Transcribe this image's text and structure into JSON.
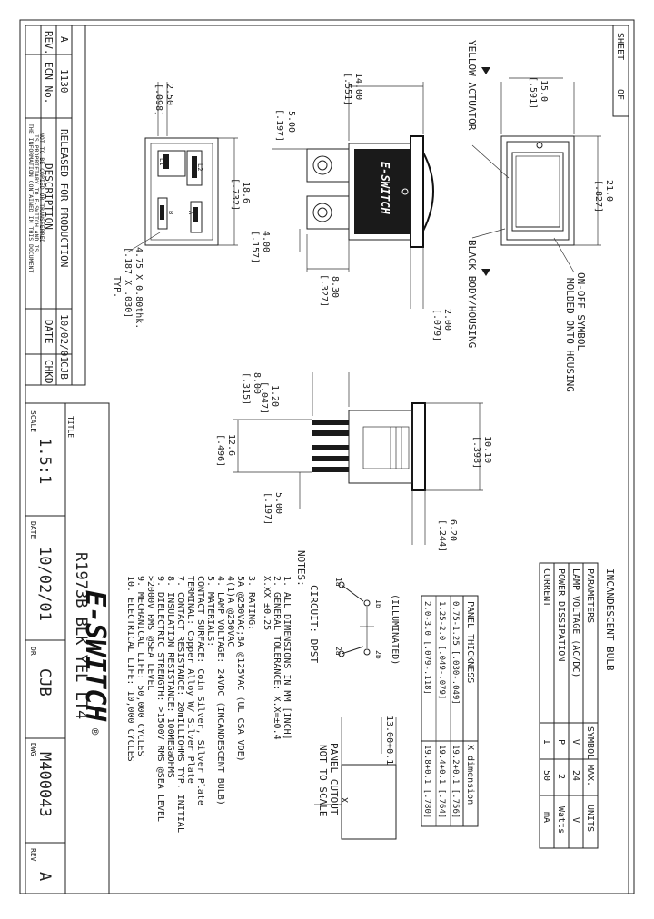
{
  "sheet_label": "SHEET",
  "of_label": "OF",
  "revisions": {
    "rev_header": "REV.",
    "rev_value": "A",
    "ecn_header": "ECN No.",
    "ecn_value": "1130",
    "description_header": "DESCRIPTION",
    "description_value": "RELEASED FOR PRODUCTION",
    "date_header": "DATE",
    "date_value": "10/02/01",
    "chkd_header": "CHKD",
    "chkd_value": "CJB"
  },
  "proprietary_note": [
    "THE INFORMATION CONTAINED IN THIS DOCUMENT",
    "IS PROPRIETARY TO E-SWITCH AND IS",
    "NOT TO BE COPIED OR TRANSFERRED"
  ],
  "title_block": {
    "title_label": "TITLE",
    "title_value": "R1973B BLK YEL LT4",
    "scale_label": "SCALE",
    "scale_value": "1.5:1",
    "date_label": "DATE",
    "date_value": "10/02/01",
    "dr_label": "DR",
    "dr_value": "CJB",
    "dwg_label": "DWG",
    "dwg_value": "M400043",
    "rev_label": "REV",
    "rev_value": "A",
    "logo": "E-SWITCH",
    "logo_reg": "®"
  },
  "callouts": {
    "actuator": "YELLOW ACTUATOR",
    "body": "BLACK BODY/HOUSING",
    "symbol_1": "ON-OFF SYMBOL",
    "symbol_2": "MOLDED ONTO HOUSING"
  },
  "dims": {
    "d_14_00": "14.00",
    "d_551": "[.551]",
    "d_5_00a": "5.00",
    "d_197a": "[.197]",
    "d_2_50": "2.50",
    "d_098": "[.098]",
    "d_18_6": "18.6",
    "d_732": "[.732]",
    "d_4_00": "4.00",
    "d_157": "[.157]",
    "d_8_30": "8.30",
    "d_327": "[.327]",
    "d_2_00": "2.00",
    "d_079": "[.079]",
    "d_tab_1": "4.75 X 0.80thk.",
    "d_tab_2": "[.187 X .030]",
    "d_tab_3": "TYP.",
    "d_15_0": "15.0",
    "d_591": "[.591]",
    "d_21_0": "21.0",
    "d_827": "[.827]",
    "d_1_20": "1.20",
    "d_047": "[.047]",
    "d_8_00": "8.00",
    "d_315": "[.315]",
    "d_12_6": "12.6",
    "d_496": "[.496]",
    "d_10_10": "10.10",
    "d_398": "[.398]",
    "d_5_00b": "5.00",
    "d_197b": "[.197]",
    "d_6_20": "6.20",
    "d_244": "[.244]",
    "terminal_labels": [
      "L1",
      "L2",
      "B",
      "A"
    ]
  },
  "bulb_table": {
    "caption": "INCANDESCENT BULB",
    "headers": [
      "PARAMETERS",
      "SYMBOL",
      "MAX.",
      "UNITS"
    ],
    "rows": [
      [
        "LAMP VOLTAGE (AC/DC)",
        "V",
        "24",
        "V"
      ],
      [
        "POWER DISSIPATION",
        "P",
        "2",
        "Watts"
      ],
      [
        "CURRENT",
        "I",
        "50",
        "mA"
      ]
    ]
  },
  "panel_table": {
    "headers": [
      "PANEL THICKNESS",
      "X dimension"
    ],
    "rows": [
      [
        "0.75-1.25 [.030-.049]",
        "19.2+0.1 [.756]"
      ],
      [
        "1.25-2.0 [.049-.079]",
        "19.4+0.1 [.764]"
      ],
      [
        "2.0-3.0 [.079-.118]",
        "19.8+0.1 [.780]"
      ]
    ]
  },
  "circuit": {
    "illuminated": "(ILLUMINATED)",
    "caption": "CIRCUIT: DPST",
    "labels": [
      "1a",
      "1b",
      "2a",
      "2b"
    ]
  },
  "cutout": {
    "dim": "13.00+0.1",
    "x_label": "X",
    "line1": "PANEL CUTOUT",
    "line2": "NOT TO SCALE"
  },
  "notes": {
    "header": "NOTES:",
    "items": [
      "1. ALL DIMENSIONS IN MM [INCH]",
      "2. GENERAL TOLERANCE: X.X=±0.4",
      "             X.XX ±0.25",
      "3. RATING:",
      "       5A @250VAC;8A @125VAC (UL CSA VDE)",
      "       4(1)A @250VAC",
      "4. LAMP VOLTAGE: 24VDC (INCANDESCENT BULB)",
      "5. MATERIALS:",
      "       CONTACT SURFACE: Coin Silver, Silver Plate",
      "       TERMINAL: Copper Alloy W/ Silver Plate",
      "7. CONTACT RESISTANCE: 20mILLIOHMS TYP. INITIAL",
      "8. INSULATION RESISTANCE: 100MEGaOHMS",
      "9. DIELECTRIC STRENGTH: >1500V RMS @SEA LEVEL",
      "       >2000V RMS @SEA LEVEL",
      "9. MECHANICAL LIFE: 50,000 CYCLES",
      "10. ELECTRICAL LIFE: 10,000 CYCLES"
    ]
  }
}
